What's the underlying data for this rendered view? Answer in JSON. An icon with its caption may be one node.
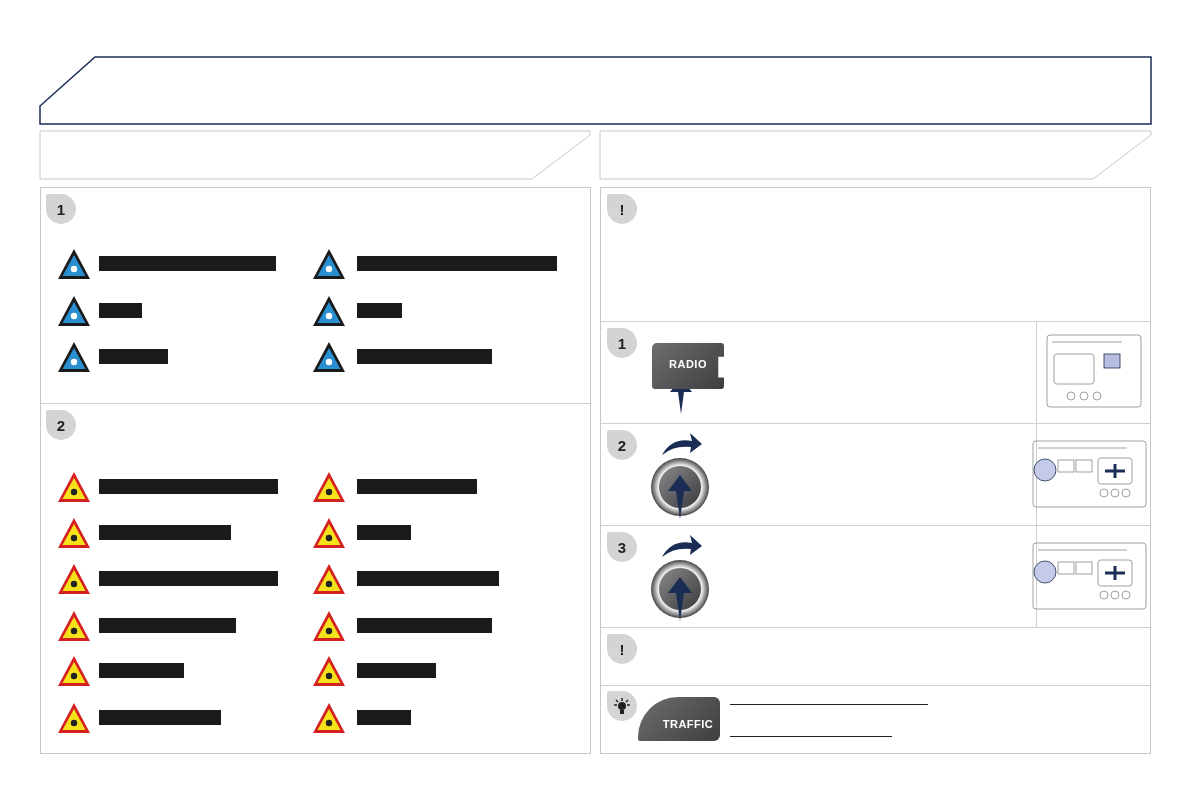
{
  "diagram": {
    "labels": [
      "1",
      "2",
      "!",
      "1",
      "RADIO",
      "2",
      "3",
      "!",
      "TRAFFIC"
    ]
  }
}
